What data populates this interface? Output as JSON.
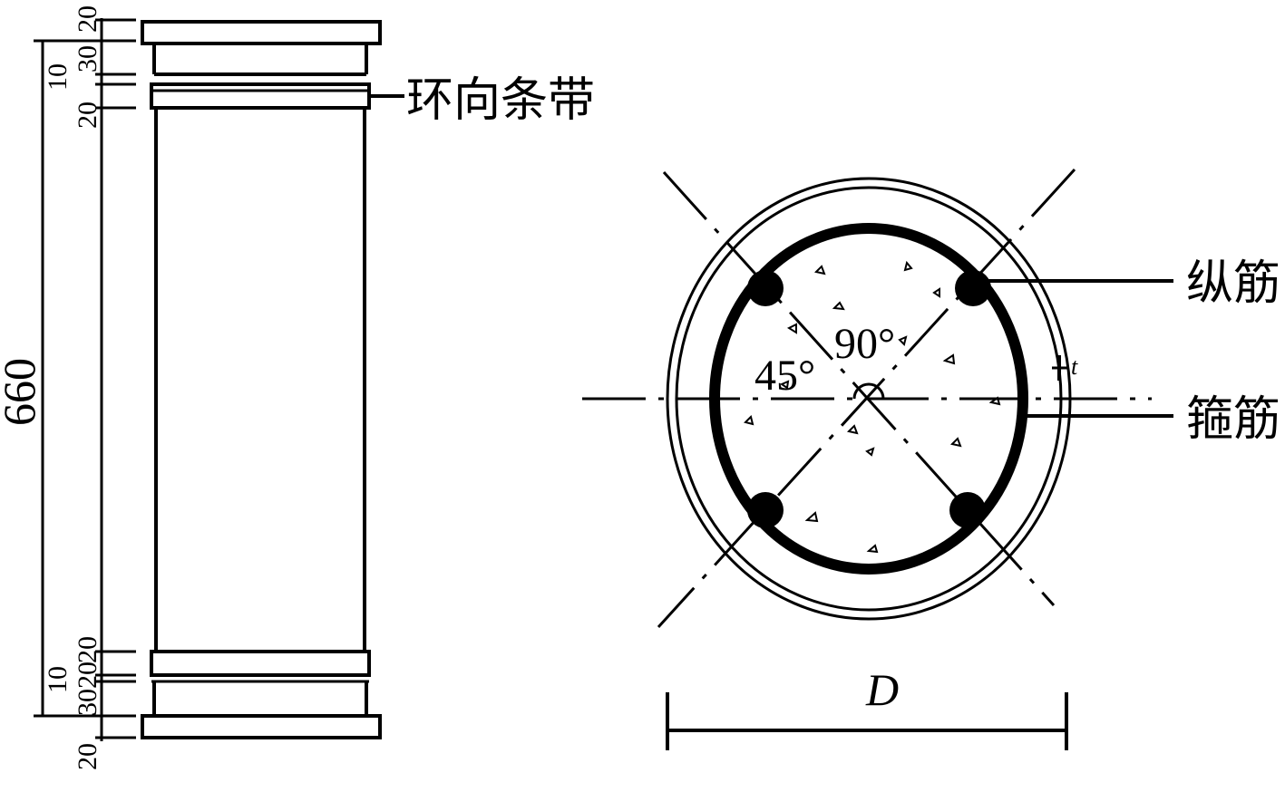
{
  "elevation": {
    "total_height": "660",
    "dims_top": [
      "20",
      "30",
      "10",
      "20"
    ],
    "dims_bottom": [
      "20",
      "20",
      "10",
      "30",
      "20"
    ],
    "band_label": "环向条带"
  },
  "section": {
    "angle_small": "45°",
    "angle_large": "90°",
    "longitudinal_label": "纵筋",
    "stirrup_label": "箍筋",
    "thickness_label": "t",
    "diameter_label": "D"
  }
}
